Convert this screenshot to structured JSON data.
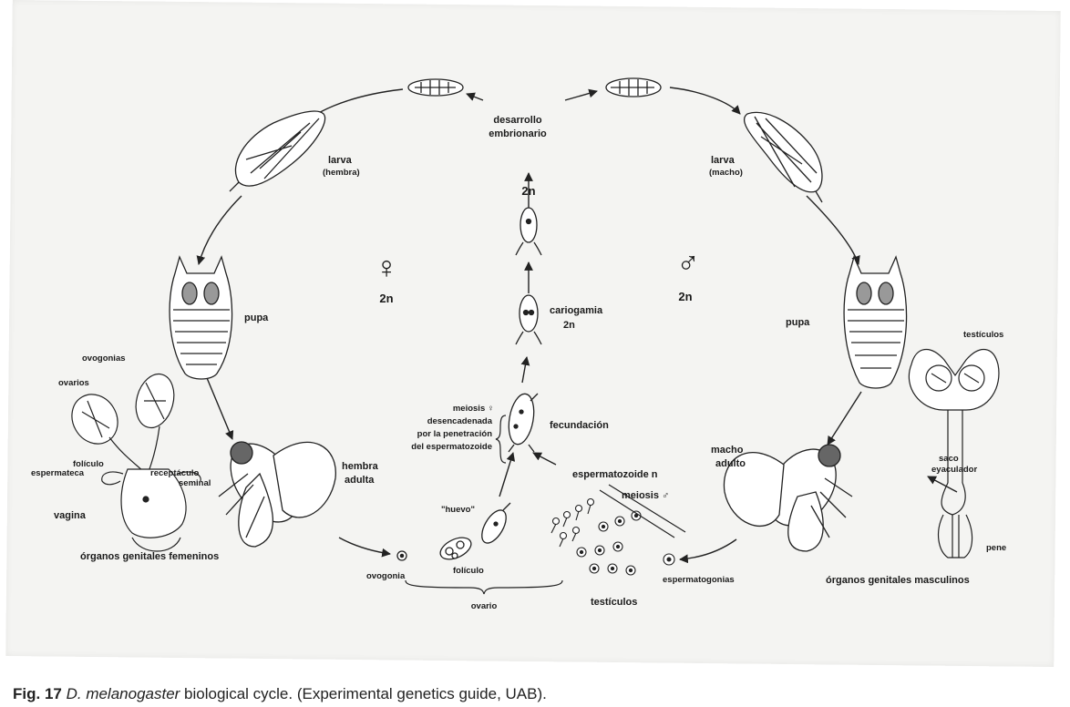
{
  "labels": {
    "desarrollo": "desarrollo",
    "embrionario": "embrionario",
    "larva_f": "larva",
    "larva_f_sub": "(hembra)",
    "larva_m": "larva",
    "larva_m_sub": "(macho)",
    "female_symbol": "♀",
    "female_ploidy": "2n",
    "male_symbol": "♂",
    "male_ploidy": "2n",
    "zygote_ploidy": "2n",
    "cariogamia": "cariogamia",
    "cariogamia_ploidy": "2n",
    "pupa_left": "pupa",
    "pupa_right": "pupa",
    "ovogonias": "ovogonias",
    "ovarios": "ovarios",
    "foliculo_left": "folículo",
    "espermateca": "espermateca",
    "receptaculo": "receptáculo",
    "seminal": "seminal",
    "vagina": "vagina",
    "organos_fem": "órganos genitales femeninos",
    "hembra": "hembra",
    "adulta": "adulta",
    "meiosis_f": "meiosis ♀",
    "desencadenada": "desencadenada",
    "por_la_penetracion": "por la penetración",
    "del_espermatozoide": "del espermatozoide",
    "fecundacion": "fecundación",
    "huevo": "\"huevo\"",
    "ovogonia": "ovogonia",
    "foliculo": "folículo",
    "ovario": "ovario",
    "espermatozoide_n": "espermatozoide n",
    "meiosis_m": "meiosis ♂",
    "testiculos_bottom": "testículos",
    "espermatogonias": "espermatogonias",
    "macho": "macho",
    "adulto": "adulto",
    "testiculos_right": "testículos",
    "saco": "saco",
    "eyaculador": "eyaculador",
    "pene": "pene",
    "organos_masc": "órganos genitales masculinos"
  },
  "caption": {
    "fig": "Fig. 17",
    "species": "D. melanogaster",
    "text": " biological cycle. (Experimental genetics guide, UAB)."
  }
}
